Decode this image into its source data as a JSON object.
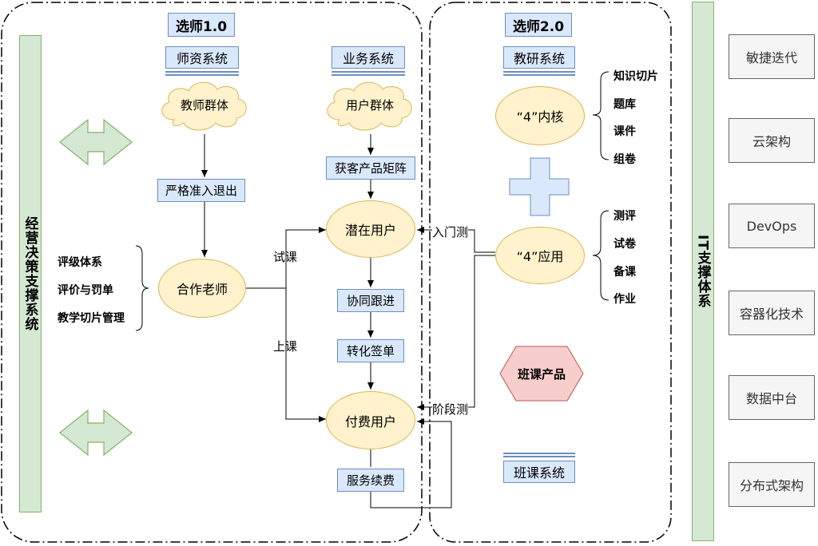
{
  "v1": {
    "title": "选师1.0",
    "teacher_system": "师资系统",
    "business_system": "业务系统",
    "teacher_group": "教师群体",
    "user_group": "用户群体",
    "strict_entry": "严格准入退出",
    "cooperate_teacher": "合作老师",
    "acquire_matrix": "获客产品矩阵",
    "potential_user": "潜在用户",
    "collab_followup": "协同跟进",
    "convert_sign": "转化签单",
    "paid_user": "付费用户",
    "service_renew": "服务续费",
    "trial_lesson": "试课",
    "attend_lesson": "上课",
    "left_list": [
      "评级体系",
      "评价与罚单",
      "教学切片管理"
    ]
  },
  "v2": {
    "title": "选师2.0",
    "research_system": "教研系统",
    "core": "“4”内核",
    "core_items": [
      "知识切片",
      "题库",
      "课件",
      "组卷"
    ],
    "apply": "“4”应用",
    "apply_items": [
      "测评",
      "试卷",
      "备课",
      "作业"
    ],
    "entry_test": "入门测",
    "stage_test": "阶段测",
    "class_product": "班课产品",
    "class_system": "班课系统"
  },
  "decision_support": "经营决策支撑系统",
  "it_support": "IT支撑体系",
  "it_items": [
    "敏捷迭代",
    "云架构",
    "DevOps",
    "容器化技术",
    "数据中台",
    "分布式架构"
  ]
}
